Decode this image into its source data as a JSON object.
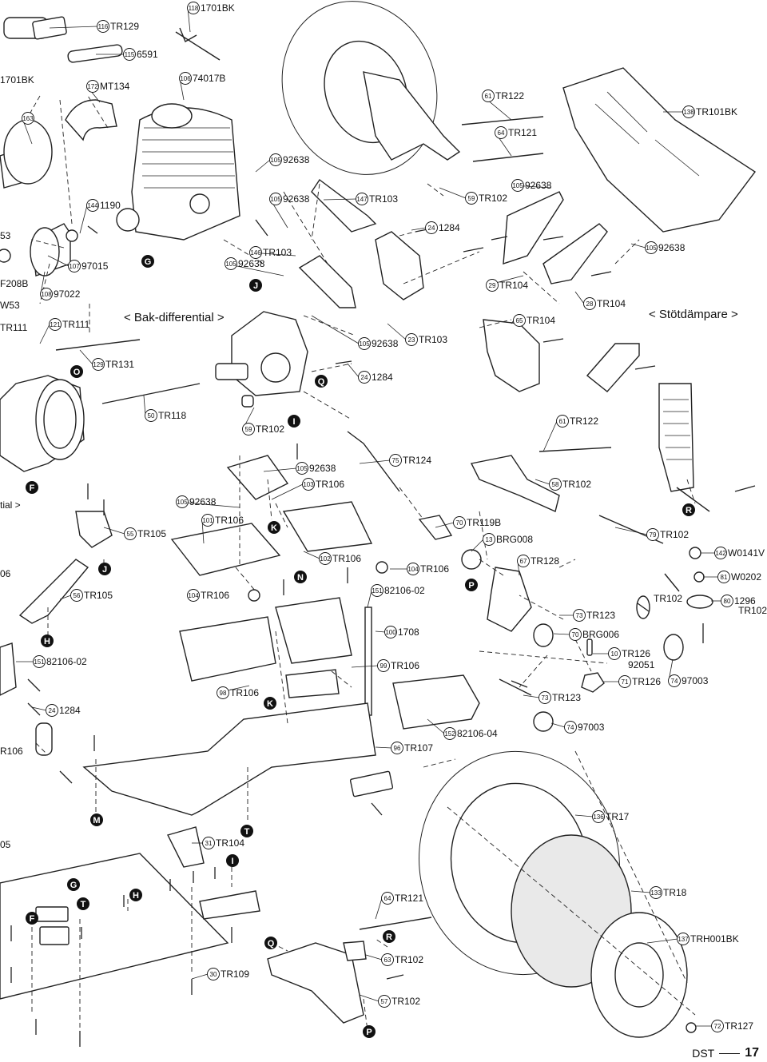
{
  "page": {
    "brand": "DST",
    "number": "17"
  },
  "sections": [
    "< Bak-differential >",
    "< Stötdämpare >"
  ],
  "callouts": [
    {
      "n": "116",
      "code": "TR129"
    },
    {
      "n": "118",
      "code": "1701BK"
    },
    {
      "n": "115",
      "code": "6591"
    },
    {
      "n": "",
      "code": "1701BK"
    },
    {
      "n": "172",
      "code": "MT134"
    },
    {
      "n": "106",
      "code": "74017B"
    },
    {
      "n": "163",
      "code": ""
    },
    {
      "n": "144",
      "code": "1190"
    },
    {
      "n": "",
      "code": "53"
    },
    {
      "n": "107",
      "code": "97015"
    },
    {
      "n": "",
      "code": "F208B"
    },
    {
      "n": "108",
      "code": "97022"
    },
    {
      "n": "",
      "code": "W53"
    },
    {
      "n": "",
      "code": "TR111"
    },
    {
      "n": "121",
      "code": "TR111"
    },
    {
      "n": "129",
      "code": "TR131"
    },
    {
      "n": "105",
      "code": "92638"
    },
    {
      "n": "105",
      "code": "92638"
    },
    {
      "n": "147",
      "code": "TR103"
    },
    {
      "n": "146",
      "code": "TR103"
    },
    {
      "n": "105",
      "code": "92638"
    },
    {
      "n": "61",
      "code": "TR122"
    },
    {
      "n": "64",
      "code": "TR121"
    },
    {
      "n": "138",
      "code": "TR101BK"
    },
    {
      "n": "105",
      "code": "92638"
    },
    {
      "n": "59",
      "code": "TR102"
    },
    {
      "n": "24",
      "code": "1284"
    },
    {
      "n": "105",
      "code": "92638"
    },
    {
      "n": "29",
      "code": "TR104"
    },
    {
      "n": "28",
      "code": "TR104"
    },
    {
      "n": "65",
      "code": "TR104"
    },
    {
      "n": "105",
      "code": "92638"
    },
    {
      "n": "23",
      "code": "TR103"
    },
    {
      "n": "24",
      "code": "1284"
    },
    {
      "n": "50",
      "code": "TR118"
    },
    {
      "n": "59",
      "code": "TR102"
    },
    {
      "n": "61",
      "code": "TR122"
    },
    {
      "n": "105",
      "code": "92638"
    },
    {
      "n": "75",
      "code": "TR124"
    },
    {
      "n": "103",
      "code": "TR106"
    },
    {
      "n": "58",
      "code": "TR102"
    },
    {
      "n": "105",
      "code": "92638"
    },
    {
      "n": "101",
      "code": "TR106"
    },
    {
      "n": "55",
      "code": "TR105"
    },
    {
      "n": "70",
      "code": "TR119B"
    },
    {
      "n": "79",
      "code": "TR102"
    },
    {
      "n": "13",
      "code": "BRG008"
    },
    {
      "n": "142",
      "code": "W0141V"
    },
    {
      "n": "102",
      "code": "TR106"
    },
    {
      "n": "104",
      "code": "TR106"
    },
    {
      "n": "67",
      "code": "TR128"
    },
    {
      "n": "81",
      "code": "W0202"
    },
    {
      "n": "",
      "code": "06"
    },
    {
      "n": "151",
      "code": "82106-02"
    },
    {
      "n": "",
      "code": "TR102"
    },
    {
      "n": "80",
      "code": "1296"
    },
    {
      "n": "",
      "code": "TR102"
    },
    {
      "n": "56",
      "code": "TR105"
    },
    {
      "n": "104",
      "code": "TR106"
    },
    {
      "n": "73",
      "code": "TR123"
    },
    {
      "n": "100",
      "code": "1708"
    },
    {
      "n": "70",
      "code": "BRG006"
    },
    {
      "n": "10",
      "code": "TR126"
    },
    {
      "n": "",
      "code": "92051"
    },
    {
      "n": "151",
      "code": "82106-02"
    },
    {
      "n": "99",
      "code": "TR106"
    },
    {
      "n": "71",
      "code": "TR126"
    },
    {
      "n": "74",
      "code": "97003"
    },
    {
      "n": "98",
      "code": "TR106"
    },
    {
      "n": "73",
      "code": "TR123"
    },
    {
      "n": "24",
      "code": "1284"
    },
    {
      "n": "74",
      "code": "97003"
    },
    {
      "n": "152",
      "code": "82106-04"
    },
    {
      "n": "",
      "code": "R106"
    },
    {
      "n": "96",
      "code": "TR107"
    },
    {
      "n": "136",
      "code": "TR17"
    },
    {
      "n": "",
      "code": "05"
    },
    {
      "n": "31",
      "code": "TR104"
    },
    {
      "n": "133",
      "code": "TR18"
    },
    {
      "n": "64",
      "code": "TR121"
    },
    {
      "n": "137",
      "code": "TRH001BK"
    },
    {
      "n": "63",
      "code": "TR102"
    },
    {
      "n": "30",
      "code": "TR109"
    },
    {
      "n": "57",
      "code": "TR102"
    },
    {
      "n": "72",
      "code": "TR127"
    },
    {
      "n": "",
      "code": "tial >"
    }
  ],
  "markers": [
    "G",
    "J",
    "O",
    "Q",
    "I",
    "F",
    "K",
    "R",
    "N",
    "J",
    "P",
    "H",
    "K",
    "M",
    "T",
    "I",
    "G",
    "H",
    "T",
    "F",
    "Q",
    "R",
    "P"
  ]
}
